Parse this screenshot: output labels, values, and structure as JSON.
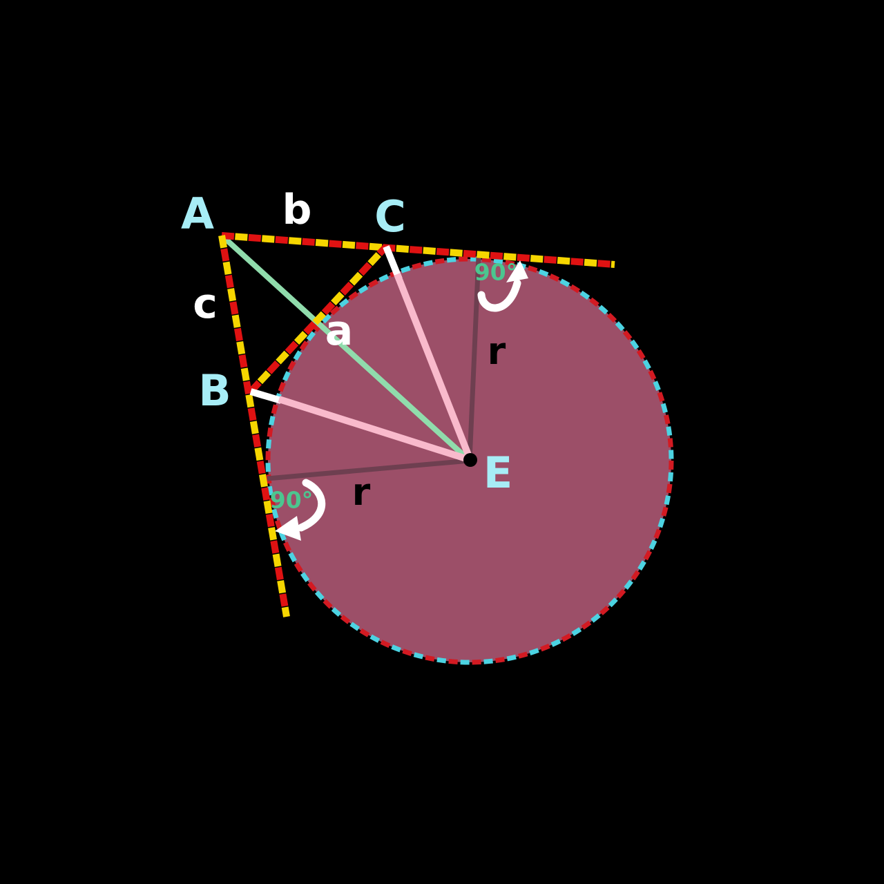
{
  "figure": {
    "description": "Excircle of triangle ABC tangent to side a and extensions of sides b and c, with excenter E and radius r",
    "labels": {
      "vertex_A": "A",
      "vertex_B": "B",
      "vertex_C": "C",
      "side_a": "a",
      "side_b": "b",
      "side_c": "c",
      "excenter": "E",
      "radius_upper": "r",
      "radius_lower": "r",
      "right_angle_upper": "90°",
      "right_angle_lower": "90°"
    },
    "icons": {
      "right_angle_arrow_upper": "curved-arrow-icon",
      "right_angle_arrow_lower": "curved-arrow-icon"
    },
    "colors": {
      "background": "#000000",
      "excircle_fill": "#9c4f68",
      "excircle_dash_red": "#d31a22",
      "excircle_dash_cyan": "#4cd3e2",
      "tangent_dash_red": "#e01212",
      "tangent_dash_yellow": "#f6d600",
      "cevian_green": "#90dcac",
      "cevian_pink": "#f9bacc",
      "radius_line": "#6e3f50",
      "vertex_label_cyan": "#a7edf6",
      "side_label_white": "#ffffff",
      "radius_label_black": "#000000",
      "angle_label_green": "#4cc68f",
      "arrow_white": "#ffffff",
      "center_dot": "#000000"
    }
  }
}
